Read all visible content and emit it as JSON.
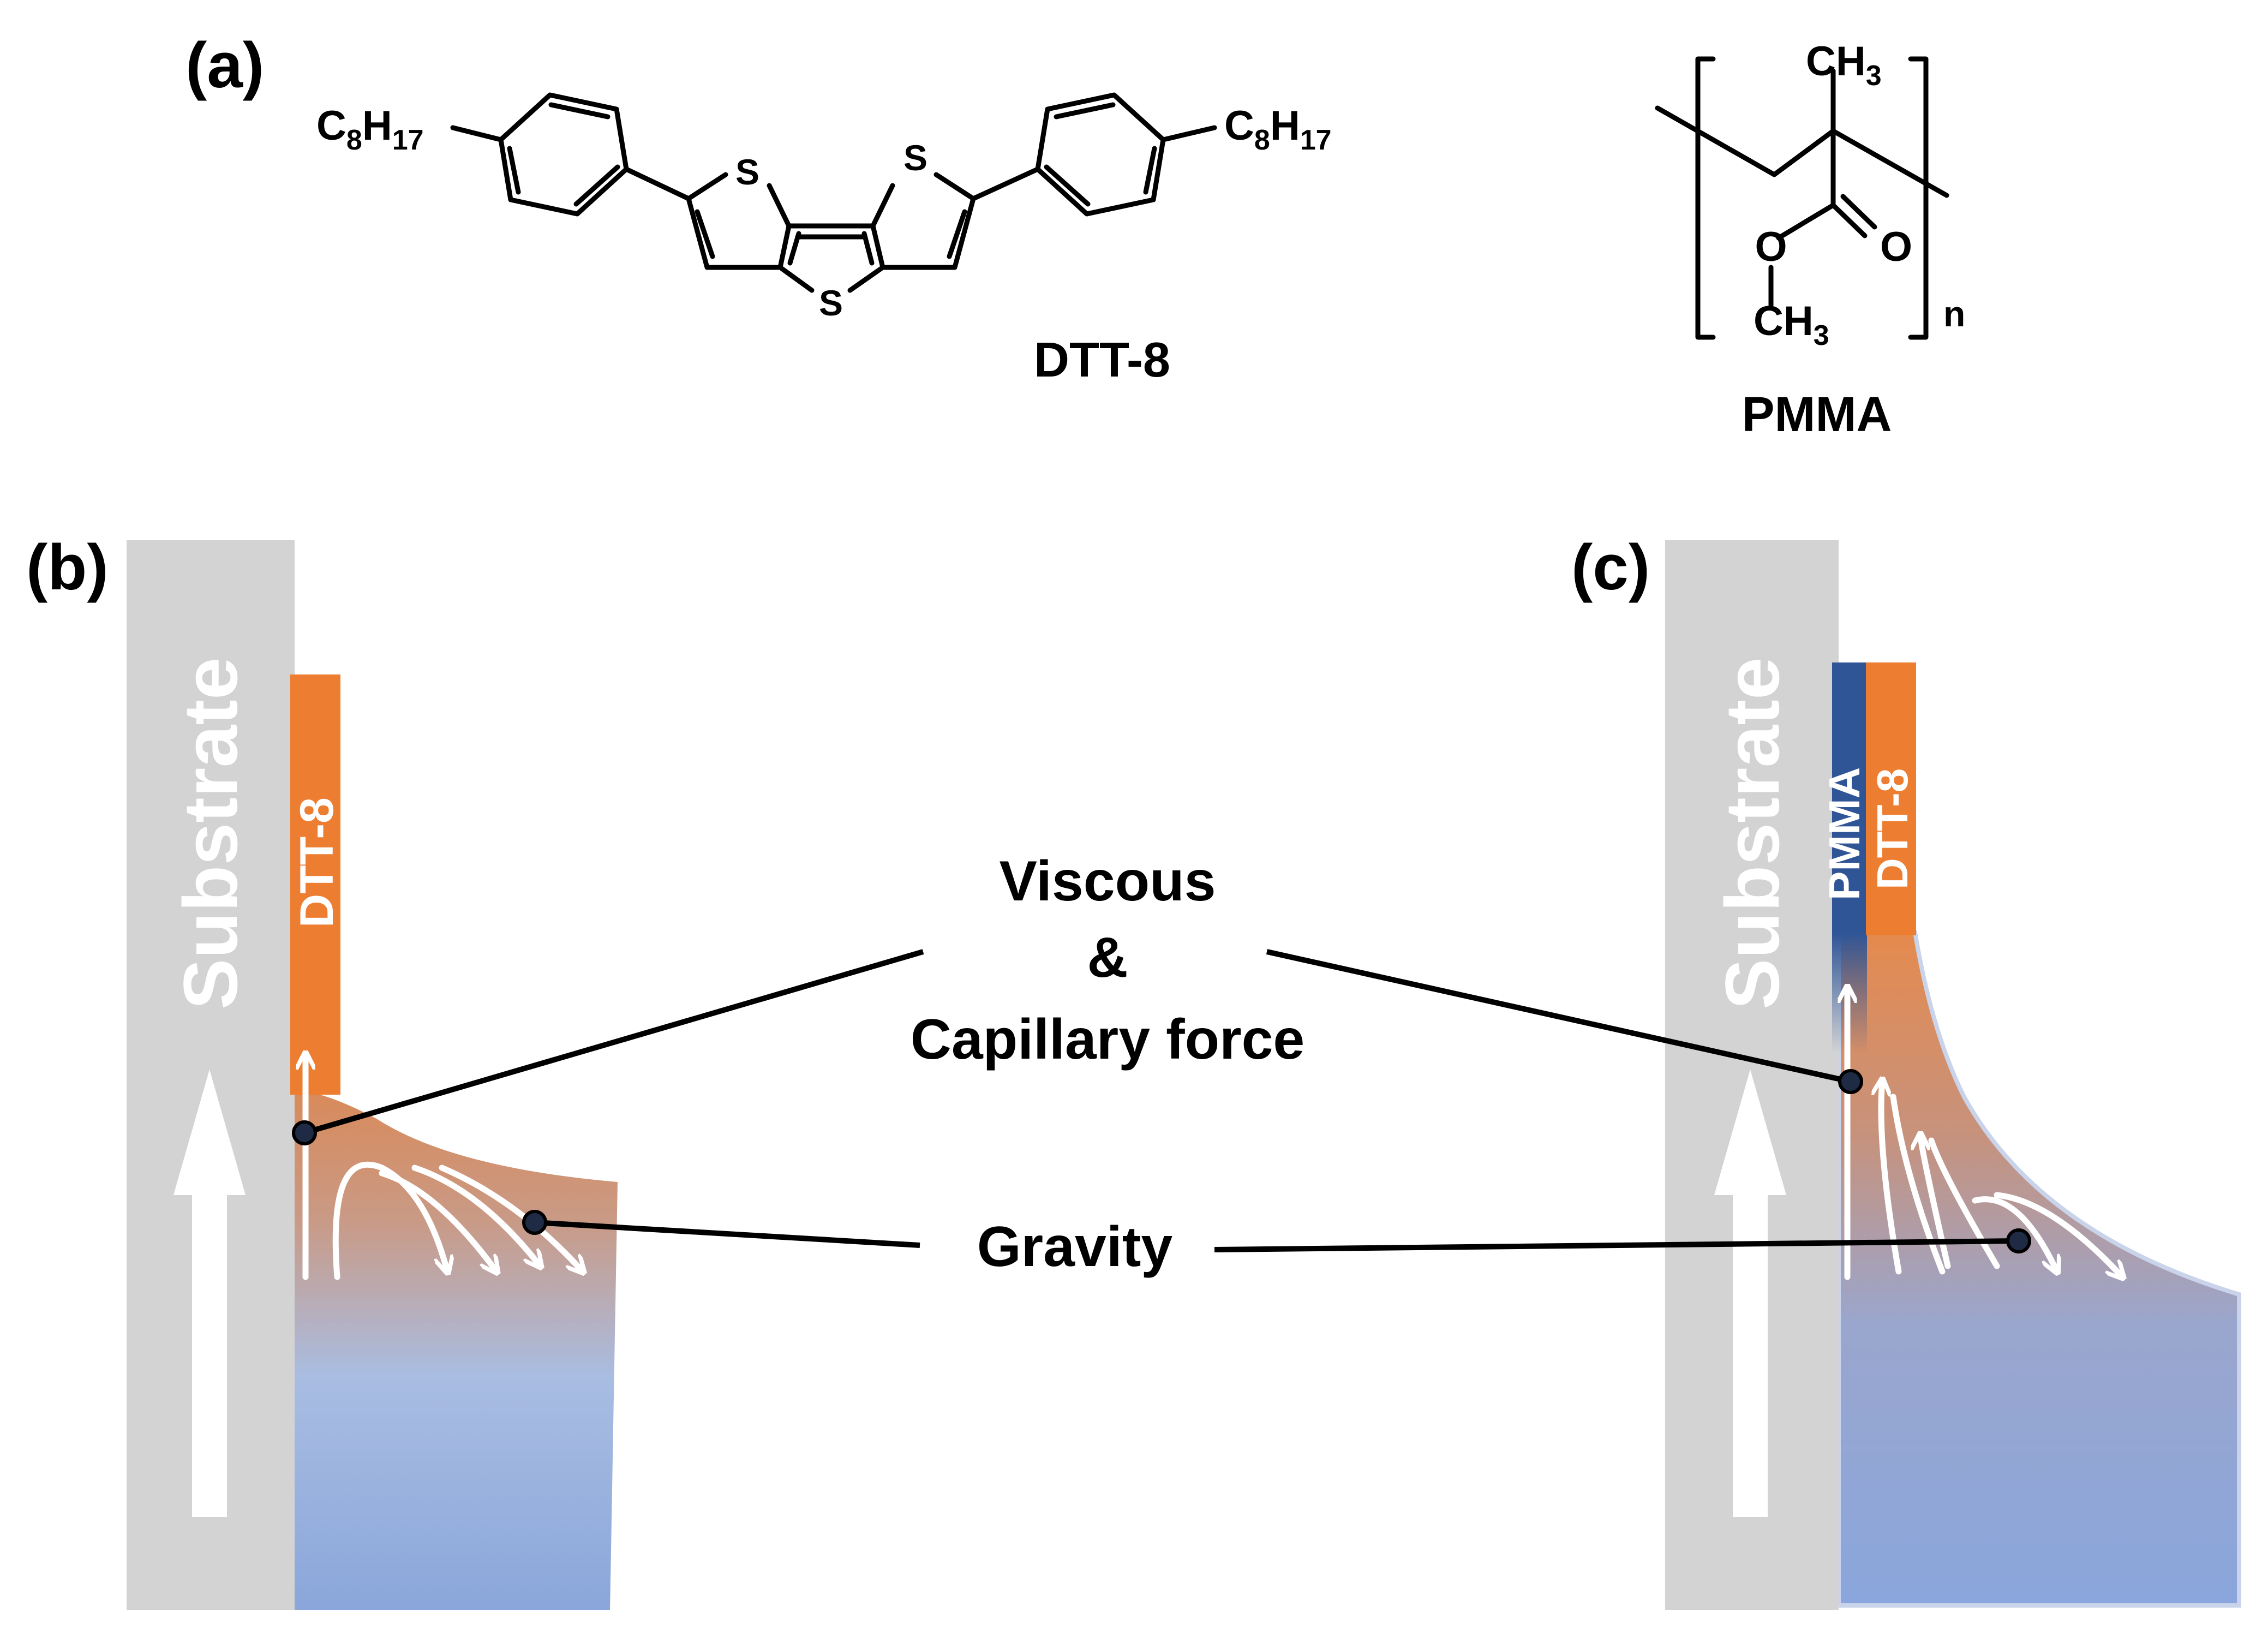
{
  "panels": {
    "a": {
      "label": "(a)",
      "dtt8": {
        "name": "DTT-8",
        "sulfur": "S",
        "chain_left": "C8H17",
        "chain_right": "C8H17"
      },
      "pmma": {
        "name": "PMMA",
        "ch3_top": "CH3",
        "ch3_bottom": "CH3",
        "oxygen": "O",
        "carbonyl_oxygen": "O",
        "repeat": "n"
      }
    },
    "b": {
      "label": "(b)",
      "substrate": "Substrate",
      "film": "DTT-8"
    },
    "c": {
      "label": "(c)",
      "substrate": "Substrate",
      "film_inner": "PMMA",
      "film_outer": "DTT-8"
    }
  },
  "annotations": {
    "force_line1": "Viscous",
    "force_line2": "&",
    "force_line3": "Capillary force",
    "gravity": "Gravity"
  },
  "colors": {
    "substrate": "#d3d3d3",
    "dtt8_orange": "#ed7d31",
    "pmma_blue": "#2f5597",
    "solution_top": "#d68a5c",
    "solution_bottom": "#8faadc",
    "arrow": "#ffffff",
    "leader": "#000000"
  },
  "icons": [
    "up-arrow-icon",
    "flow-arrow-icon",
    "leader-dot-icon"
  ]
}
